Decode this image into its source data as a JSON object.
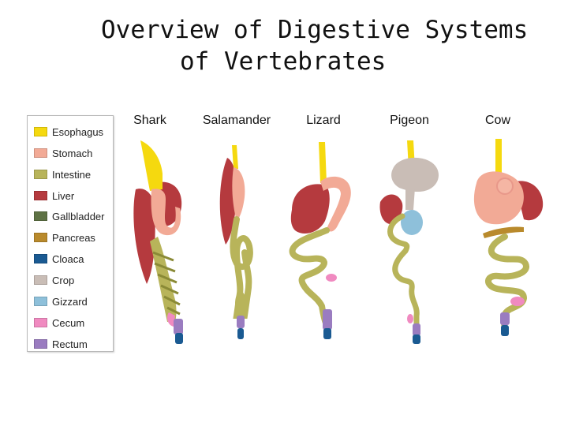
{
  "title": {
    "line1": "Overview of Digestive Systems",
    "line2": "of Vertebrates"
  },
  "legend": [
    {
      "label": "Esophagus",
      "color": "#f5d90f"
    },
    {
      "label": "Stomach",
      "color": "#f2aa96"
    },
    {
      "label": "Intestine",
      "color": "#b8b45a"
    },
    {
      "label": "Liver",
      "color": "#b53a3e"
    },
    {
      "label": "Gallbladder",
      "color": "#5e7244"
    },
    {
      "label": "Pancreas",
      "color": "#b98a2c"
    },
    {
      "label": "Cloaca",
      "color": "#1a5a92"
    },
    {
      "label": "Crop",
      "color": "#c9bdb6"
    },
    {
      "label": "Gizzard",
      "color": "#8ec0da"
    },
    {
      "label": "Cecum",
      "color": "#f08ac0"
    },
    {
      "label": "Rectum",
      "color": "#9a7cc0"
    }
  ],
  "animals": [
    {
      "name": "Shark"
    },
    {
      "name": "Salamander"
    },
    {
      "name": "Lizard"
    },
    {
      "name": "Pigeon"
    },
    {
      "name": "Cow"
    }
  ]
}
